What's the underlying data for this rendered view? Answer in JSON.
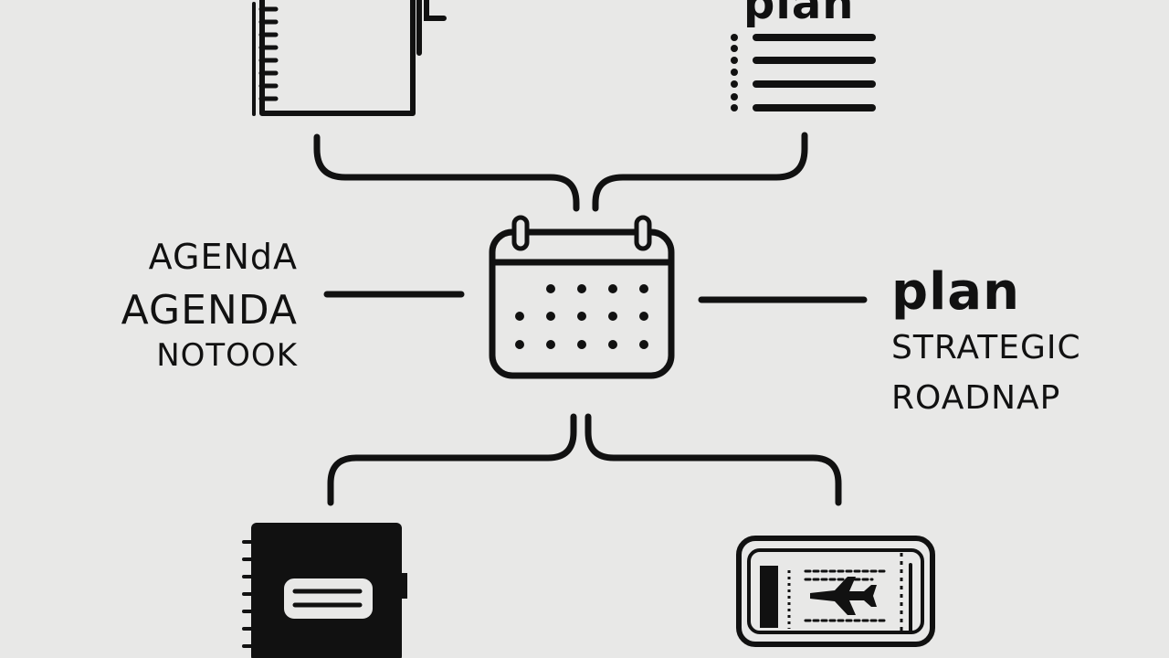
{
  "labels": {
    "top_right": "plan",
    "left": [
      "AGENdA",
      "AGENDA",
      "NOTOOK"
    ],
    "right": [
      "plan",
      "STRATEGIC",
      "ROADNAP"
    ]
  },
  "icons": {
    "top_left": "spiral-notebook-icon",
    "top_right": "list-icon",
    "center": "calendar-icon",
    "bottom_left": "notebook-icon",
    "bottom_right": "boarding-pass-icon"
  },
  "colors": {
    "background": "#e8e8e7",
    "stroke": "#111111"
  }
}
